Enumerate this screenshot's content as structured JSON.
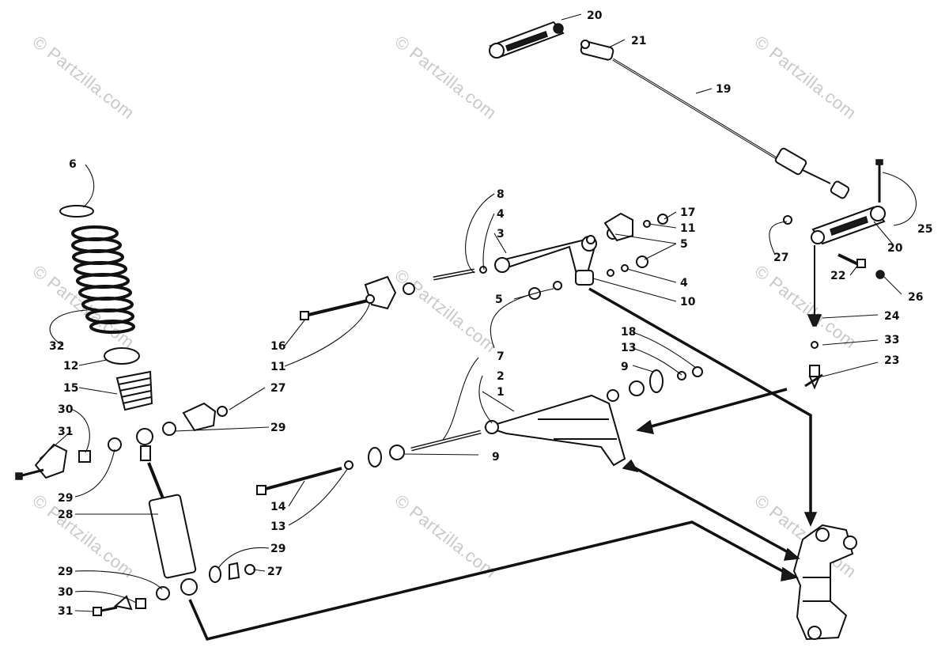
{
  "watermark": {
    "text": "© Partzilla.com"
  },
  "callouts": {
    "c1": "1",
    "c2": "2",
    "c3": "3",
    "c4a": "4",
    "c4b": "4",
    "c5a": "5",
    "c5b": "5",
    "c6": "6",
    "c7": "7",
    "c8": "8",
    "c9a": "9",
    "c9b": "9",
    "c10": "10",
    "c11a": "11",
    "c11b": "11",
    "c12": "12",
    "c13a": "13",
    "c13b": "13",
    "c14": "14",
    "c15": "15",
    "c16": "16",
    "c17": "17",
    "c18": "18",
    "c19": "19",
    "c20a": "20",
    "c20b": "20",
    "c21": "21",
    "c22": "22",
    "c23": "23",
    "c24": "24",
    "c25": "25",
    "c26": "26",
    "c27a": "27",
    "c27b": "27",
    "c27c": "27",
    "c28": "28",
    "c29a": "29",
    "c29b": "29",
    "c29c": "29",
    "c29d": "29",
    "c30a": "30",
    "c30b": "30",
    "c31a": "31",
    "c31b": "31",
    "c32": "32",
    "c33": "33"
  }
}
